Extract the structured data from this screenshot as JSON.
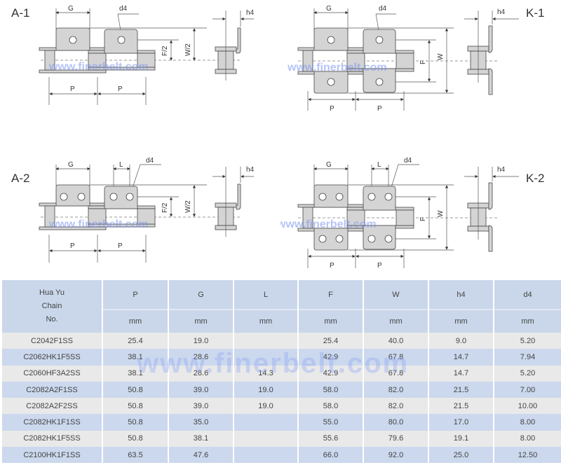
{
  "diagrams": [
    {
      "id": "A-1",
      "title": "A-1",
      "labels": {
        "G": "G",
        "d4": "d4",
        "h4": "h4",
        "F": "F/2",
        "W": "W/2",
        "P1": "P",
        "P2": "P"
      }
    },
    {
      "id": "K-1",
      "title": "K-1",
      "labels": {
        "G": "G",
        "d4": "d4",
        "h4": "h4",
        "F": "F",
        "W": "W",
        "P1": "P",
        "P2": "P"
      }
    },
    {
      "id": "A-2",
      "title": "A-2",
      "labels": {
        "G": "G",
        "L": "L",
        "d4": "d4",
        "h4": "h4",
        "F": "F/2",
        "W": "W/2",
        "P1": "P",
        "P2": "P"
      }
    },
    {
      "id": "K-2",
      "title": "K-2",
      "labels": {
        "G": "G",
        "L": "L",
        "d4": "d4",
        "h4": "h4",
        "F": "F",
        "W": "W",
        "P1": "P",
        "P2": "P"
      }
    }
  ],
  "watermark": "www.finerbelt.com",
  "colors": {
    "header_bg": "#cad7ea",
    "row_odd": "#e9e9e9",
    "row_even": "#cbd8ed",
    "plate_fill": "#d4d4d4",
    "watermark": "#7c95f0"
  },
  "table": {
    "chain_header": [
      "Hua Yu",
      "Chain",
      "No."
    ],
    "columns": [
      "P",
      "G",
      "L",
      "F",
      "W",
      "h4",
      "d4"
    ],
    "units": [
      "mm",
      "mm",
      "mm",
      "mm",
      "mm",
      "mm",
      "mm"
    ],
    "rows": [
      {
        "chain": "C2042F1SS",
        "P": "25.4",
        "G": "19.0",
        "L": "",
        "F": "25.4",
        "W": "40.0",
        "h4": "9.0",
        "d4": "5.20"
      },
      {
        "chain": "C2062HK1F5SS",
        "P": "38.1",
        "G": "28.6",
        "L": "",
        "F": "42.9",
        "W": "67.8",
        "h4": "14.7",
        "d4": "7.94"
      },
      {
        "chain": "C2060HF3A2SS",
        "P": "38.1",
        "G": "28.6",
        "L": "14.3",
        "F": "42.9",
        "W": "67.8",
        "h4": "14.7",
        "d4": "5.20"
      },
      {
        "chain": "C2082A2F1SS",
        "P": "50.8",
        "G": "39.0",
        "L": "19.0",
        "F": "58.0",
        "W": "82.0",
        "h4": "21.5",
        "d4": "7.00"
      },
      {
        "chain": "C2082A2F2SS",
        "P": "50.8",
        "G": "39.0",
        "L": "19.0",
        "F": "58.0",
        "W": "82.0",
        "h4": "21.5",
        "d4": "10.00"
      },
      {
        "chain": "C2082HK1F1SS",
        "P": "50.8",
        "G": "35.0",
        "L": "",
        "F": "55.0",
        "W": "80.0",
        "h4": "17.0",
        "d4": "8.00"
      },
      {
        "chain": "C2082HK1F5SS",
        "P": "50.8",
        "G": "38.1",
        "L": "",
        "F": "55.6",
        "W": "79.6",
        "h4": "19.1",
        "d4": "8.00"
      },
      {
        "chain": "C2100HK1F1SS",
        "P": "63.5",
        "G": "47.6",
        "L": "",
        "F": "66.0",
        "W": "92.0",
        "h4": "25.0",
        "d4": "12.50"
      }
    ]
  }
}
